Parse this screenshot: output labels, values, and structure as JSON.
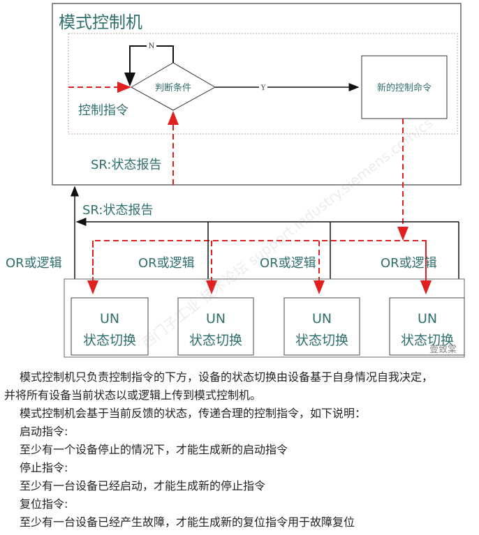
{
  "diagram": {
    "controller_title": "模式控制机",
    "loop_label": "N",
    "yes_label": "Y",
    "decision_label": "判断条件",
    "new_command_label": "新的控制命令",
    "control_command_label": "控制指令",
    "status_report_inner": "SR:状态报告",
    "status_report_outer": "SR:状态报告",
    "or_labels": [
      "OR或逻辑",
      "OR或逻辑",
      "OR或逻辑",
      "OR或逻辑"
    ],
    "units": [
      {
        "name": "UN",
        "action": "状态切换"
      },
      {
        "name": "UN",
        "action": "状态切换"
      },
      {
        "name": "UN",
        "action": "状态切换"
      },
      {
        "name": "UN",
        "action": "状态切换"
      }
    ],
    "watermark": "西门子工业 技术论坛 support.industry.siemens.com/cs",
    "corner_logo": "壹致棠",
    "colors": {
      "red": "#e02020",
      "teal": "#2f6f6c",
      "black": "#111111"
    }
  },
  "text": {
    "p1_line1": "模式控制机只负责控制指令的下方，设备的状态切换由设备基于自身情况自我决定，",
    "p1_line2": "并将所有设备当前状态以或逻辑上传到模式控制机。",
    "p2": "模式控制机会基于当前反馈的状态，传递合理的控制指令，如下说明：",
    "start_title": "启动指令:",
    "start_desc": "至少有一个设备停止的情况下，才能生成新的启动指令",
    "stop_title": "停止指令:",
    "stop_desc": "至少有一台设备已经启动，才能生成新的停止指令",
    "reset_title": "复位指令:",
    "reset_desc": "至少有一台设备已经产生故障，才能生成新的复位指令用于故障复位"
  }
}
